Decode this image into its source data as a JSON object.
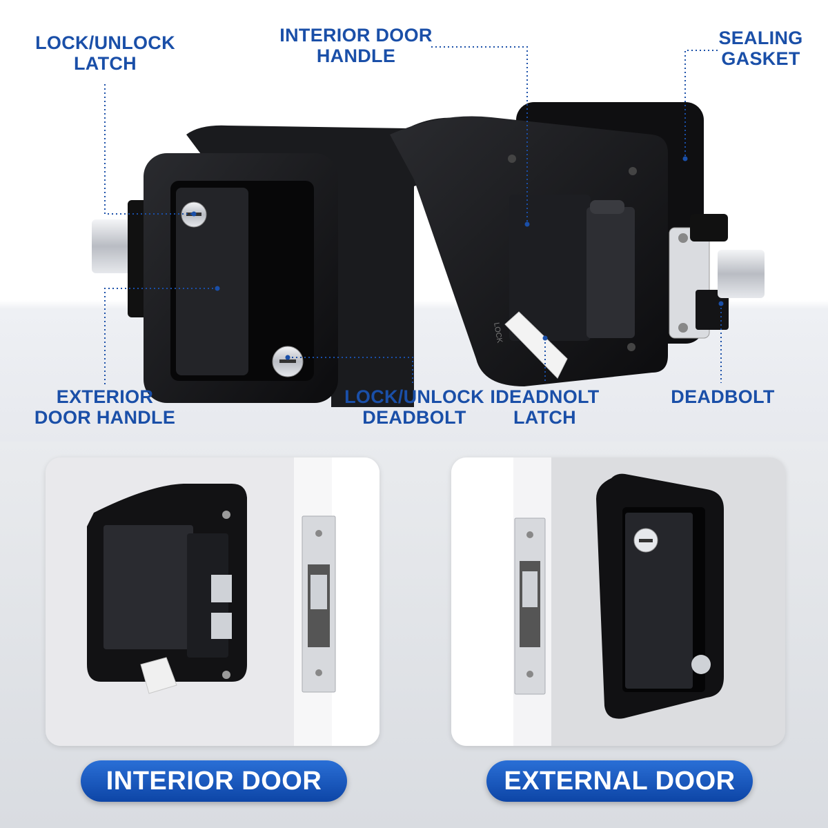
{
  "callouts": {
    "lock_unlock_latch": [
      "LOCK/UNLOCK",
      "LATCH"
    ],
    "interior_door_handle": [
      "INTERIOR DOOR",
      "HANDLE"
    ],
    "sealing_gasket": [
      "SEALING",
      "GASKET"
    ],
    "exterior_door_handle": [
      "EXTERIOR",
      "DOOR HANDLE"
    ],
    "lock_unlock_deadbolt": [
      "LOCK/UNLOCK",
      "DEADBOLT"
    ],
    "ideadnolt_latch": [
      "IDEADNOLT",
      "LATCH"
    ],
    "deadbolt": [
      "DEADBOLT"
    ]
  },
  "badges": {
    "interior_door": "INTERIOR DOOR",
    "external_door": "EXTERNAL DOOR"
  },
  "knob_text": "LOCK",
  "colors": {
    "callout_blue": "#1a4fa8",
    "badge_blue": "#1659c4",
    "lock_body": "#141416",
    "chrome": "#d9dbe0"
  }
}
